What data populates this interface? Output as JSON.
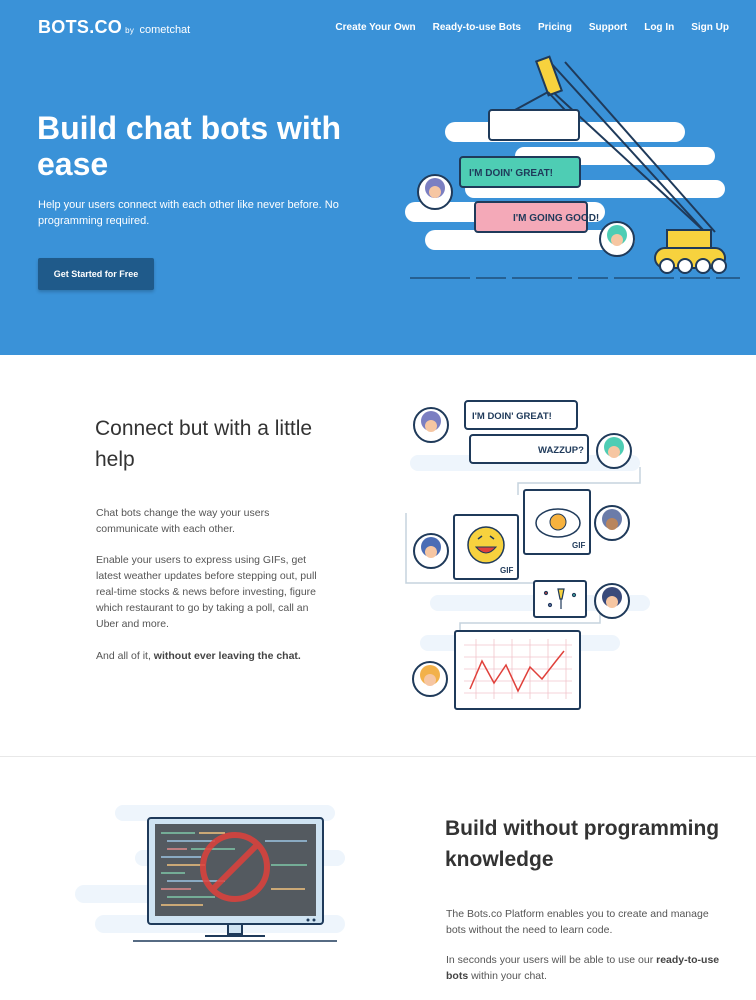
{
  "header": {
    "logo_main": "BOTS.CO",
    "logo_by": "by",
    "logo_partner": "cometchat",
    "nav": [
      "Create Your Own",
      "Ready-to-use Bots",
      "Pricing",
      "Support",
      "Log In",
      "Sign Up"
    ]
  },
  "hero": {
    "title": "Build chat bots with ease",
    "subtitle": "Help your users connect with each other like never before. No programming required.",
    "cta": "Get Started for Free",
    "bubble_1": "I'M DOIN' GREAT!",
    "bubble_2": "I'M GOING GOOD!"
  },
  "section_connect": {
    "title": "Connect but with a little help",
    "para_1": "Chat bots change the way your users communicate with each other.",
    "para_2": "Enable your users to express using GIFs, get latest weather updates before stepping out, pull real-time stocks & news before investing, figure which restaurant to go by taking a poll, call an Uber and more.",
    "para_3_prefix": "And all of it,",
    "para_3_bold": "without ever leaving the chat.",
    "bubble_1": "I'M DOIN' GREAT!",
    "bubble_2": "WAZZUP?",
    "gif_label": "GIF"
  },
  "section_build": {
    "title": "Build without programming knowledge",
    "para_1": "The Bots.co Platform enables you to create and manage bots without the need to learn code.",
    "para_2_prefix": "In seconds your users will be able to use our",
    "para_2_bold": "ready-to-use bots",
    "para_2_suffix": "within your chat."
  },
  "colors": {
    "hero_bg": "#3a92d8",
    "cta_bg": "#1f5a8a",
    "teal_bubble": "#4ecdb4",
    "pink_bubble": "#f4a9b8",
    "chart_line": "#e0413b"
  }
}
